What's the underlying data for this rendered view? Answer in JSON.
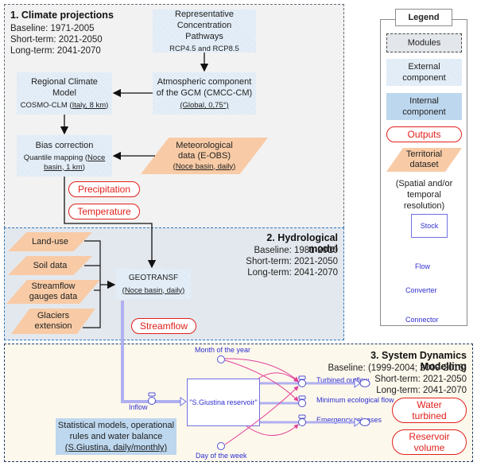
{
  "modules": {
    "climate": {
      "title": "1. Climate projections",
      "periods": [
        "Baseline: 1971-2005",
        "Short-term: 2021-2050",
        "Long-term: 2041-2070"
      ]
    },
    "hydro": {
      "title": "2. Hydrological model",
      "periods": [
        "Baseline: 1981-2010",
        "Short-term: 2021-2050",
        "Long-term: 2041-2070"
      ]
    },
    "sd": {
      "title": "3. System Dynamics Modelling",
      "periods": [
        "Baseline: (1999-2004; 2009-2016)",
        "Short-term: 2021-2050",
        "Long-term: 2041-2070"
      ]
    }
  },
  "climate_components": {
    "rcp": {
      "title": "Representative Concentration Pathways",
      "sub": "RCP4.5 and RCP8.5"
    },
    "gcm": {
      "title": "Atmospheric component of the GCM (CMCC-CM)",
      "sub": "(Global, 0,75°)"
    },
    "rcm": {
      "title": "Regional Climate Model",
      "sub_prefix": "COSMO-CLM (",
      "sub_underline": "Italy, 8 km",
      "sub_suffix": ")"
    },
    "bias": {
      "title": "Bias correction",
      "sub_prefix": "Quantile mapping (",
      "sub_underline": "Noce basin, 1 km",
      "sub_suffix": ")"
    },
    "meteo": {
      "title": "Meteorological data (E-OBS)",
      "sub": "(Noce basin, daily)"
    }
  },
  "climate_outputs": [
    "Precipitation",
    "Temperature"
  ],
  "hydro_inputs": [
    "Land-use",
    "Soil data",
    "Streamflow gauges data",
    "Glaciers extension"
  ],
  "geotransf": {
    "title": "GEOTRANSF",
    "sub": "(Noce basin, daily)"
  },
  "hydro_output": "Streamflow",
  "sd_model": {
    "stock": "\"S.Giustina reservoir\"",
    "inflow": "Inflow",
    "converters": [
      "Month of the year",
      "Day of the week"
    ],
    "outflows": [
      "Turbined outflow",
      "Minimum ecological flow",
      "Emergency releases"
    ],
    "internal": {
      "line1": "Statistical models, operational",
      "line2": "rules and water balance",
      "line3": "(S.Giustina, daily/monthly)"
    }
  },
  "sd_outputs": [
    "Water turbined",
    "Reservoir volume"
  ],
  "legend": {
    "title": "Legend",
    "modules": "Modules",
    "external": "External component",
    "internal": "Internal component",
    "outputs": "Outputs",
    "territorial": "Territorial dataset",
    "resolution": "(Spatial and/or temporal resolution)",
    "stock": "Stock",
    "flow": "Flow",
    "converter": "Converter",
    "connector": "Connector"
  },
  "colors": {
    "output_red": "#e0201b",
    "sd_blue": "#3030d0",
    "connector_pink": "#e0409a",
    "territorial": "#f8cba6",
    "internal": "#bdd7ee",
    "external": "#dde9f5"
  }
}
